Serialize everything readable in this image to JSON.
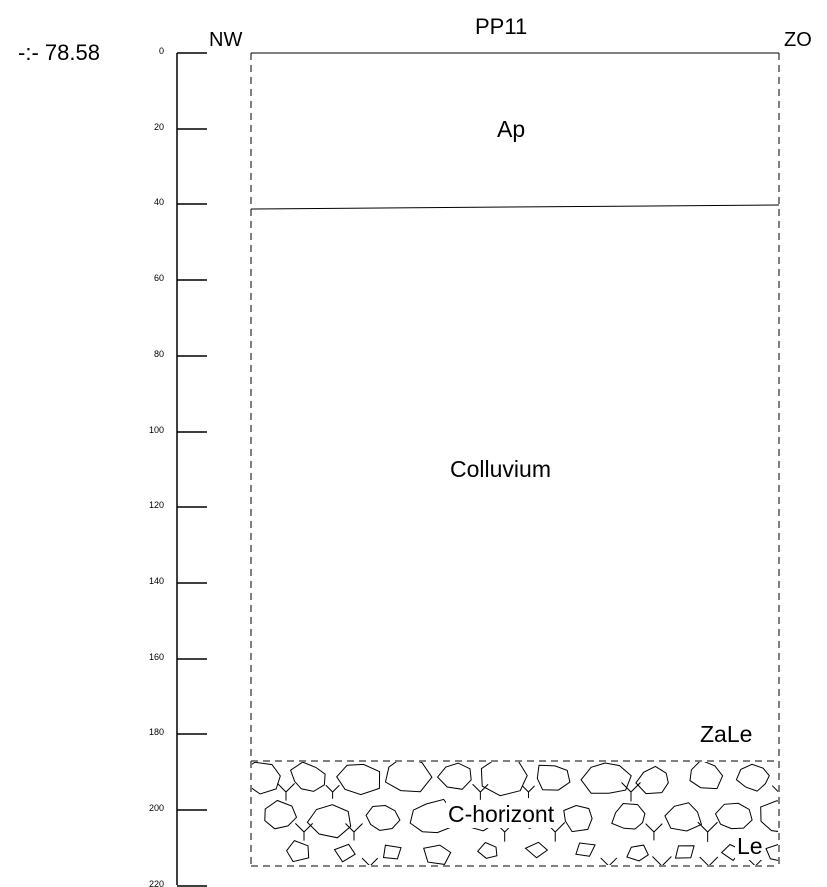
{
  "profile": {
    "title": "PP11",
    "left_direction": "NW",
    "right_direction": "ZO",
    "elevation": "-:- 78.58"
  },
  "depth_scale": {
    "ticks": [
      "0",
      "20",
      "40",
      "60",
      "80",
      "100",
      "120",
      "140",
      "160",
      "180",
      "200",
      "220"
    ]
  },
  "horizons": {
    "ap": "Ap",
    "colluvium": "Colluvium",
    "zale": "ZaLe",
    "c_horizon": "C-horizont",
    "le": "Le"
  }
}
